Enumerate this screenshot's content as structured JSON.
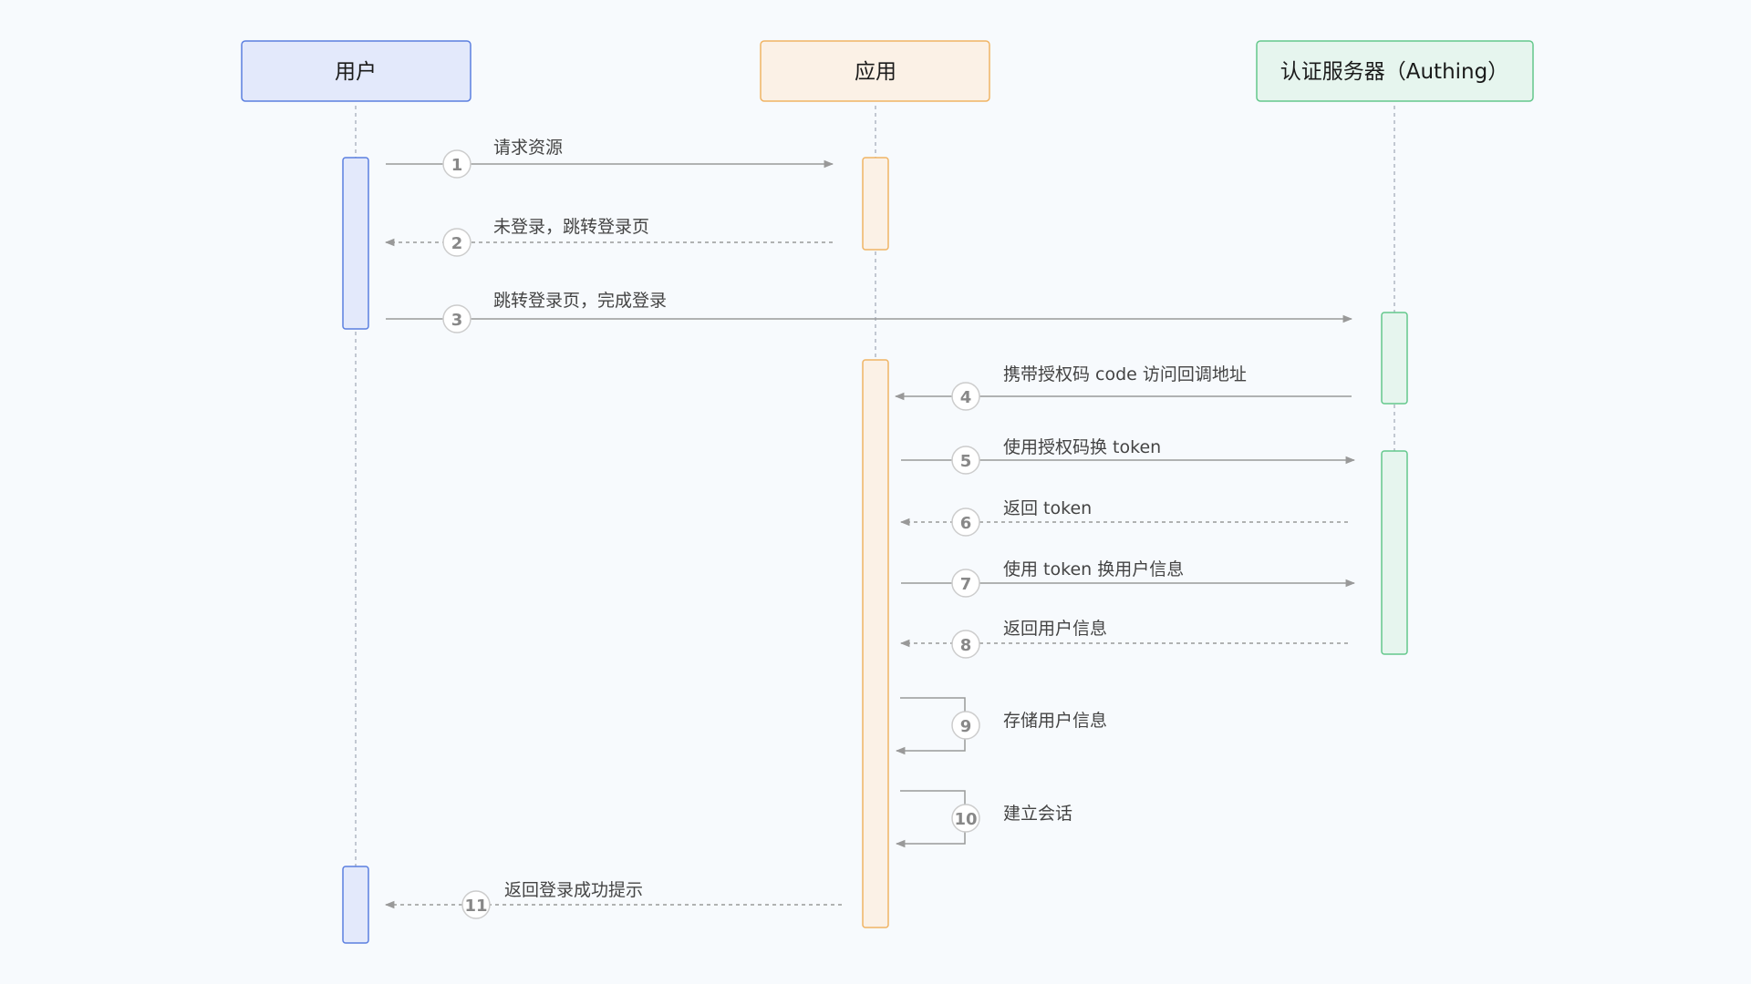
{
  "participants": [
    {
      "id": "user",
      "label": "用户",
      "fill": "#e3e9fb",
      "stroke": "#5b7fe0"
    },
    {
      "id": "app",
      "label": "应用",
      "fill": "#fbf1e6",
      "stroke": "#f0b464"
    },
    {
      "id": "auth",
      "label": "认证服务器（Authing）",
      "fill": "#e6f5ee",
      "stroke": "#64c88c"
    }
  ],
  "messages": [
    {
      "num": "1",
      "label": "请求资源",
      "from": "user",
      "to": "app",
      "dashed": false
    },
    {
      "num": "2",
      "label": "未登录，跳转登录页",
      "from": "app",
      "to": "user",
      "dashed": true
    },
    {
      "num": "3",
      "label": "跳转登录页，完成登录",
      "from": "user",
      "to": "auth",
      "dashed": false
    },
    {
      "num": "4",
      "label": "携带授权码 code 访问回调地址",
      "from": "auth",
      "to": "app",
      "dashed": false
    },
    {
      "num": "5",
      "label": "使用授权码换 token",
      "from": "app",
      "to": "auth",
      "dashed": false
    },
    {
      "num": "6",
      "label": "返回 token",
      "from": "auth",
      "to": "app",
      "dashed": true
    },
    {
      "num": "7",
      "label": "使用 token 换用户信息",
      "from": "app",
      "to": "auth",
      "dashed": false
    },
    {
      "num": "8",
      "label": "返回用户信息",
      "from": "auth",
      "to": "app",
      "dashed": true
    },
    {
      "num": "9",
      "label": "存储用户信息",
      "from": "app",
      "to": "app",
      "dashed": false
    },
    {
      "num": "10",
      "label": "建立会话",
      "from": "app",
      "to": "app",
      "dashed": false
    },
    {
      "num": "11",
      "label": "返回登录成功提示",
      "from": "app",
      "to": "user",
      "dashed": true
    }
  ],
  "colors": {
    "lifeline": "#b0b8c4",
    "arrow": "#999999",
    "badge_border": "#cccccc",
    "badge_text": "#888888"
  }
}
